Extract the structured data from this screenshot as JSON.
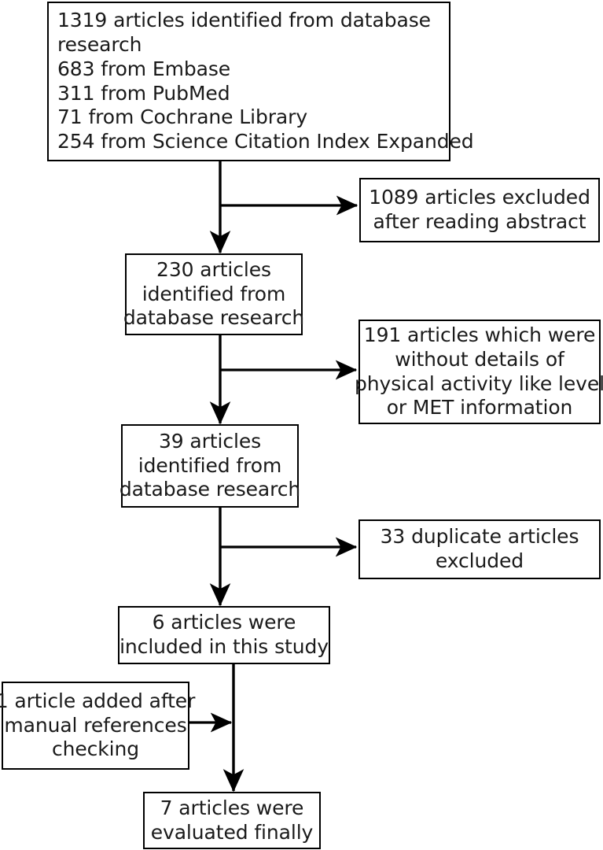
{
  "diagram": {
    "type": "prisma-flow-diagram",
    "ink_color": "#1a1a1a",
    "line_color": "#000000",
    "background": "#ffffff",
    "nodes": [
      {
        "id": "identified",
        "align": "left",
        "lines": [
          "1319 articles identified from database",
          "research",
          "683 from Embase",
          "311 from PubMed",
          "71 from Cochrane Library",
          "254 from Science Citation Index Expanded"
        ]
      },
      {
        "id": "excluded-abstract",
        "align": "center",
        "lines": [
          "1089 articles excluded",
          "after reading abstract"
        ]
      },
      {
        "id": "screened-230",
        "align": "center",
        "lines": [
          "230 articles",
          "identified from",
          "database research"
        ]
      },
      {
        "id": "excluded-no-details",
        "align": "center",
        "lines": [
          "191 articles which were",
          "without details of",
          "physical activity like level",
          "or MET information"
        ]
      },
      {
        "id": "screened-39",
        "align": "center",
        "lines": [
          "39 articles",
          "identified from",
          "database research"
        ]
      },
      {
        "id": "excluded-duplicates",
        "align": "center",
        "lines": [
          "33 duplicate articles",
          "excluded"
        ]
      },
      {
        "id": "included-6",
        "align": "center",
        "lines": [
          "6 articles were",
          "included in this study"
        ]
      },
      {
        "id": "manual-added",
        "align": "center",
        "lines": [
          "1 article added after",
          "manual references",
          "checking"
        ]
      },
      {
        "id": "evaluated-7",
        "align": "center",
        "lines": [
          "7 articles were",
          "evaluated finally"
        ]
      }
    ]
  }
}
